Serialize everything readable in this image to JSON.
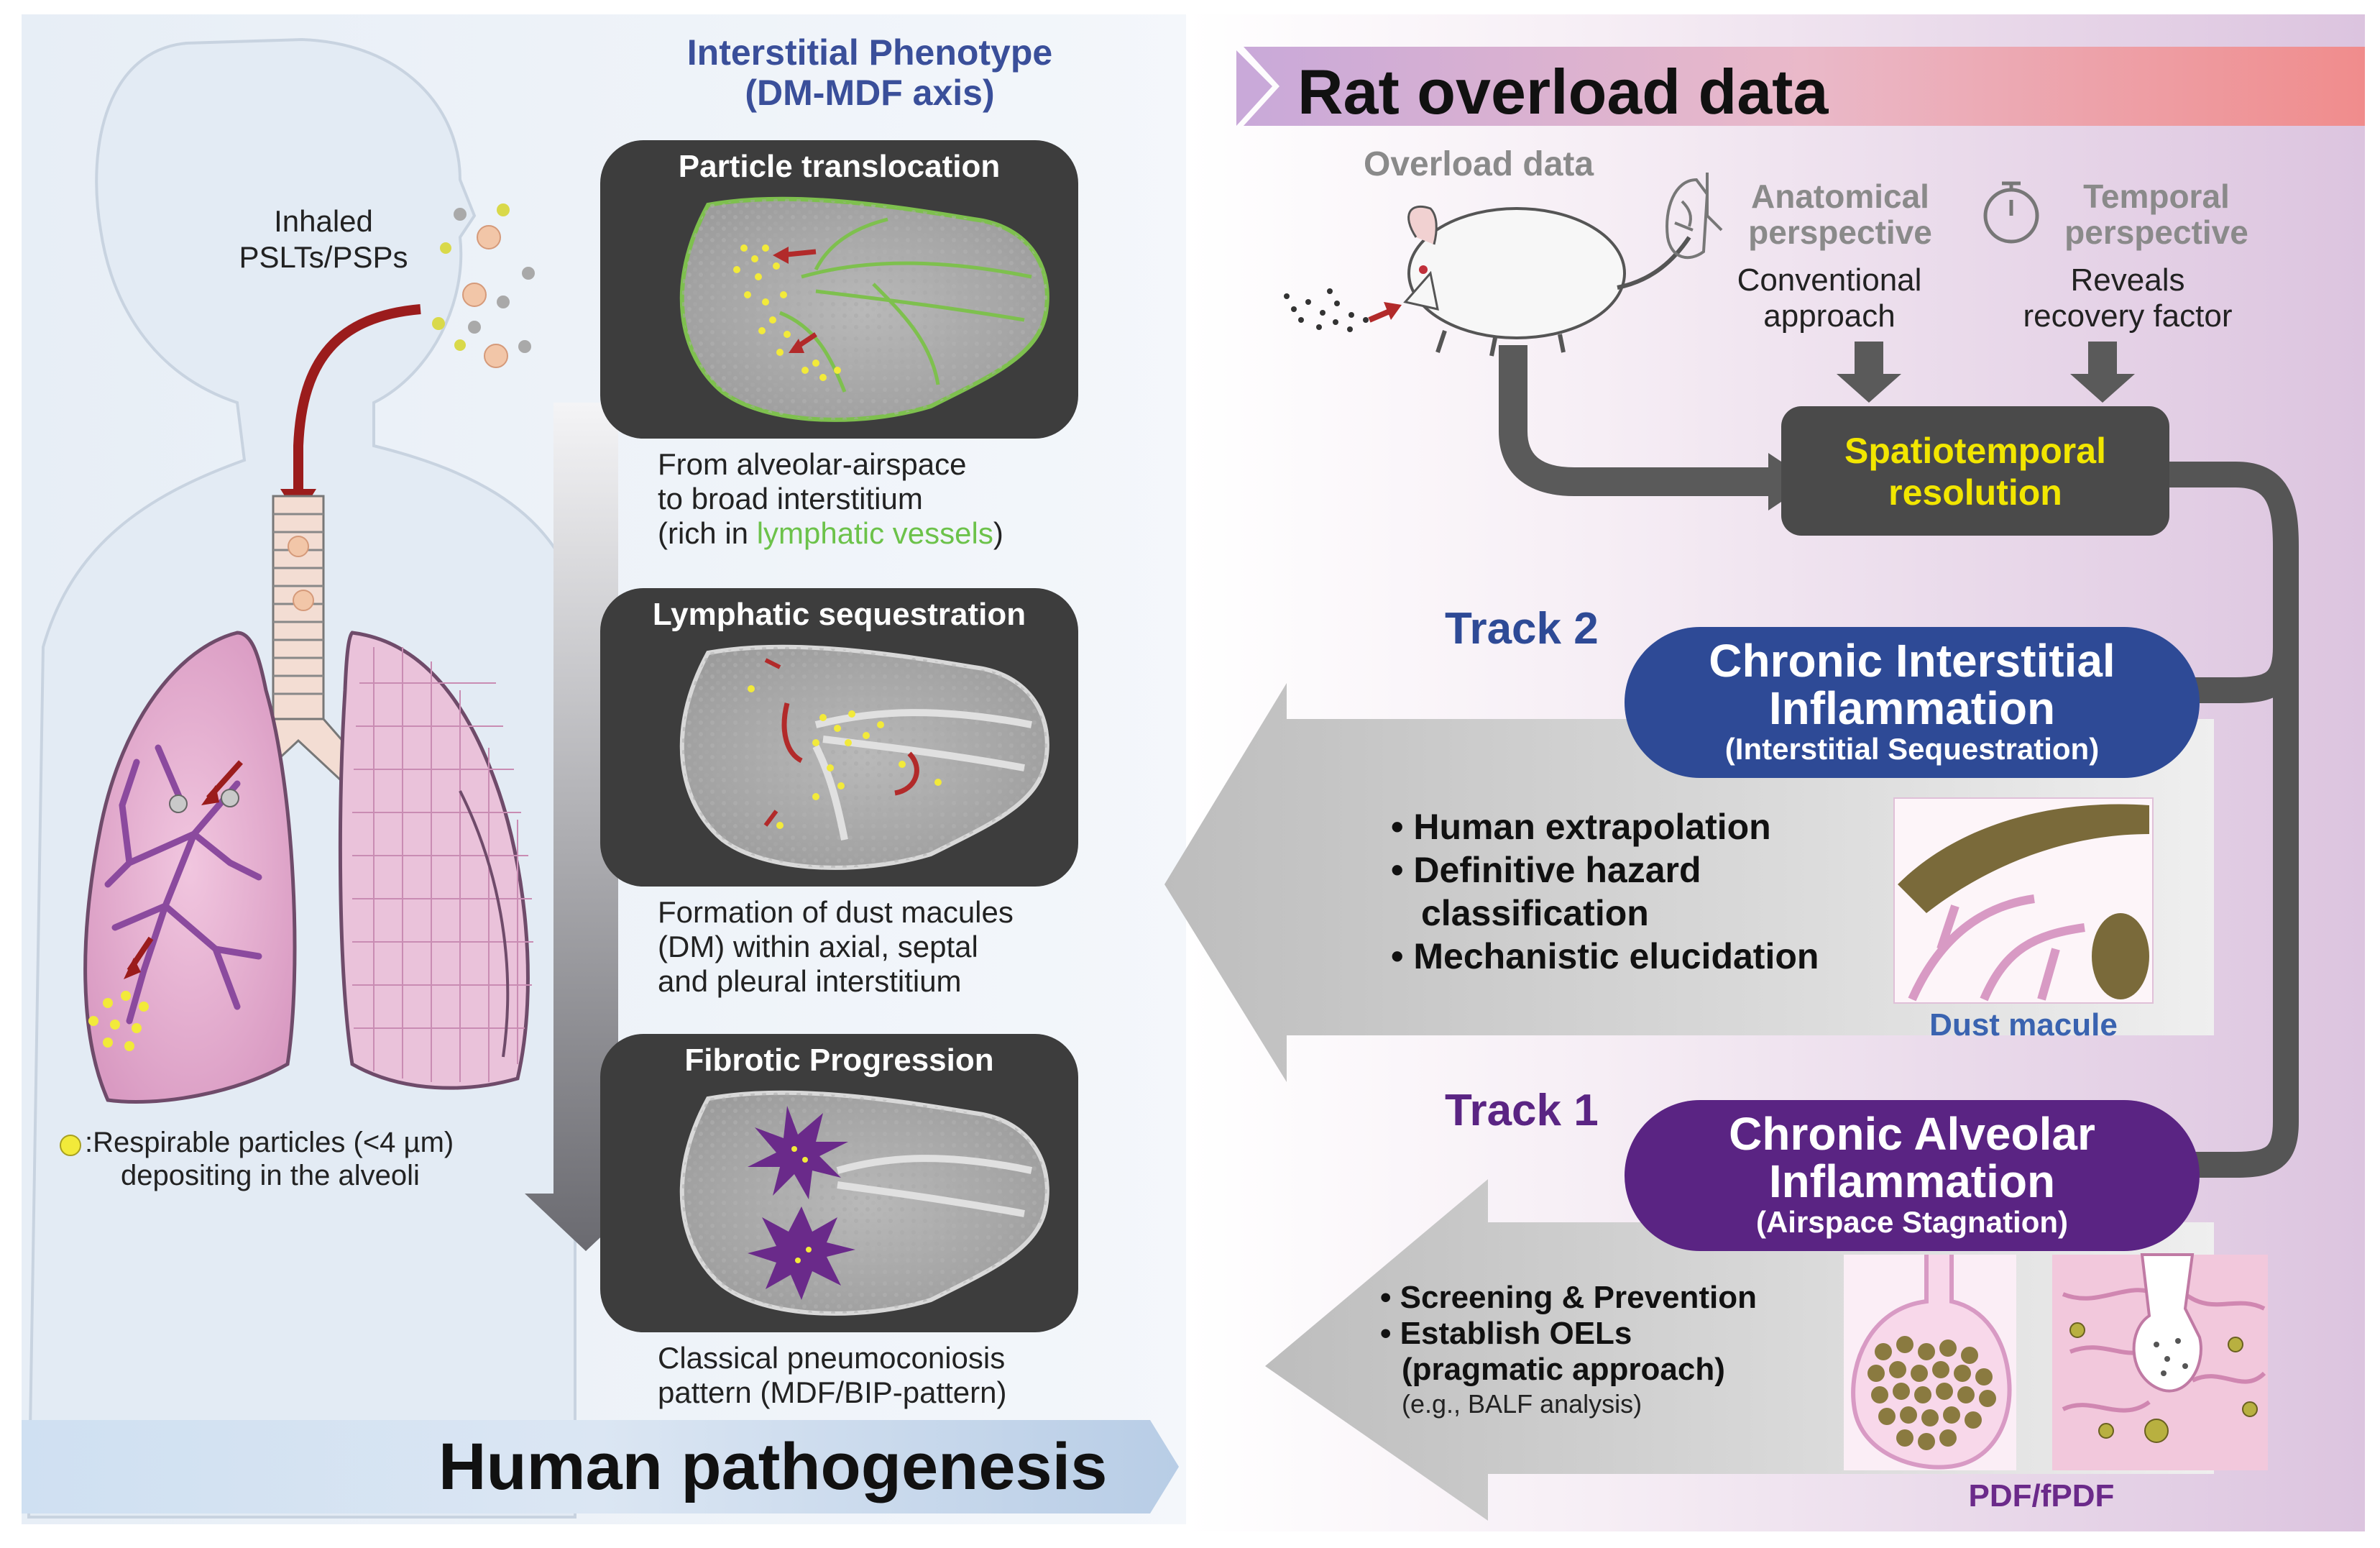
{
  "human": {
    "inhaled_line1": "Inhaled",
    "inhaled_line2": "PSLTs/PSPs",
    "legend_line1": ":Respirable particles (<4 µm)",
    "legend_line2": "depositing in the alveoli",
    "banner": "Human pathogenesis"
  },
  "phenotype": {
    "title_line1": "Interstitial Phenotype",
    "title_line2": "(DM-MDF axis)",
    "panels": [
      {
        "title": "Particle translocation",
        "caption_line1": "From alveolar-airspace",
        "caption_line2": "to broad interstitium",
        "caption_line3_prefix": "(rich in ",
        "caption_line3_highlight": "lymphatic vessels",
        "caption_line3_suffix": ")"
      },
      {
        "title": "Lymphatic sequestration",
        "caption_line1": "Formation of dust macules",
        "caption_line2": "(DM) within axial, septal",
        "caption_line3": "and pleural interstitium"
      },
      {
        "title": "Fibrotic Progression",
        "caption_line1": "Classical pneumoconiosis",
        "caption_line2": "pattern (MDF/BIP-pattern)"
      }
    ]
  },
  "rat": {
    "banner": "Rat overload data",
    "overload_label": "Overload data",
    "anatomical_line1": "Anatomical",
    "anatomical_line2": "perspective",
    "temporal_line1": "Temporal",
    "temporal_line2": "perspective",
    "conventional_line1": "Conventional",
    "conventional_line2": "approach",
    "reveals_line1": "Reveals",
    "reveals_line2": "recovery factor",
    "spatio_line1": "Spatiotemporal",
    "spatio_line2": "resolution"
  },
  "track2": {
    "label": "Track 2",
    "title_line1": "Chronic Interstitial",
    "title_line2": "Inflammation",
    "subtitle": "(Interstitial Sequestration)",
    "bullets": [
      "Human extrapolation",
      "Definitive hazard",
      "classification",
      "Mechanistic elucidation"
    ],
    "image_label": "Dust macule"
  },
  "track1": {
    "label": "Track 1",
    "title_line1": "Chronic Alveolar",
    "title_line2": "Inflammation",
    "subtitle": "(Airspace Stagnation)",
    "bullets": [
      "Screening & Prevention",
      "Establish OELs",
      "(pragmatic approach)"
    ],
    "note": "(e.g., BALF analysis)",
    "image_label": "PDF/fPDF"
  },
  "colors": {
    "track2_blue": "#2e4a96",
    "track1_purple": "#5a2483",
    "yellow_text": "#f2e600",
    "lymph_green": "#6cc24a",
    "dark_panel": "#3d3d3d",
    "arrow_gray": "#5a5a5a",
    "dark_red": "#9b1c1c"
  },
  "icons": [
    "lung-outline-icon",
    "stopwatch-icon"
  ]
}
